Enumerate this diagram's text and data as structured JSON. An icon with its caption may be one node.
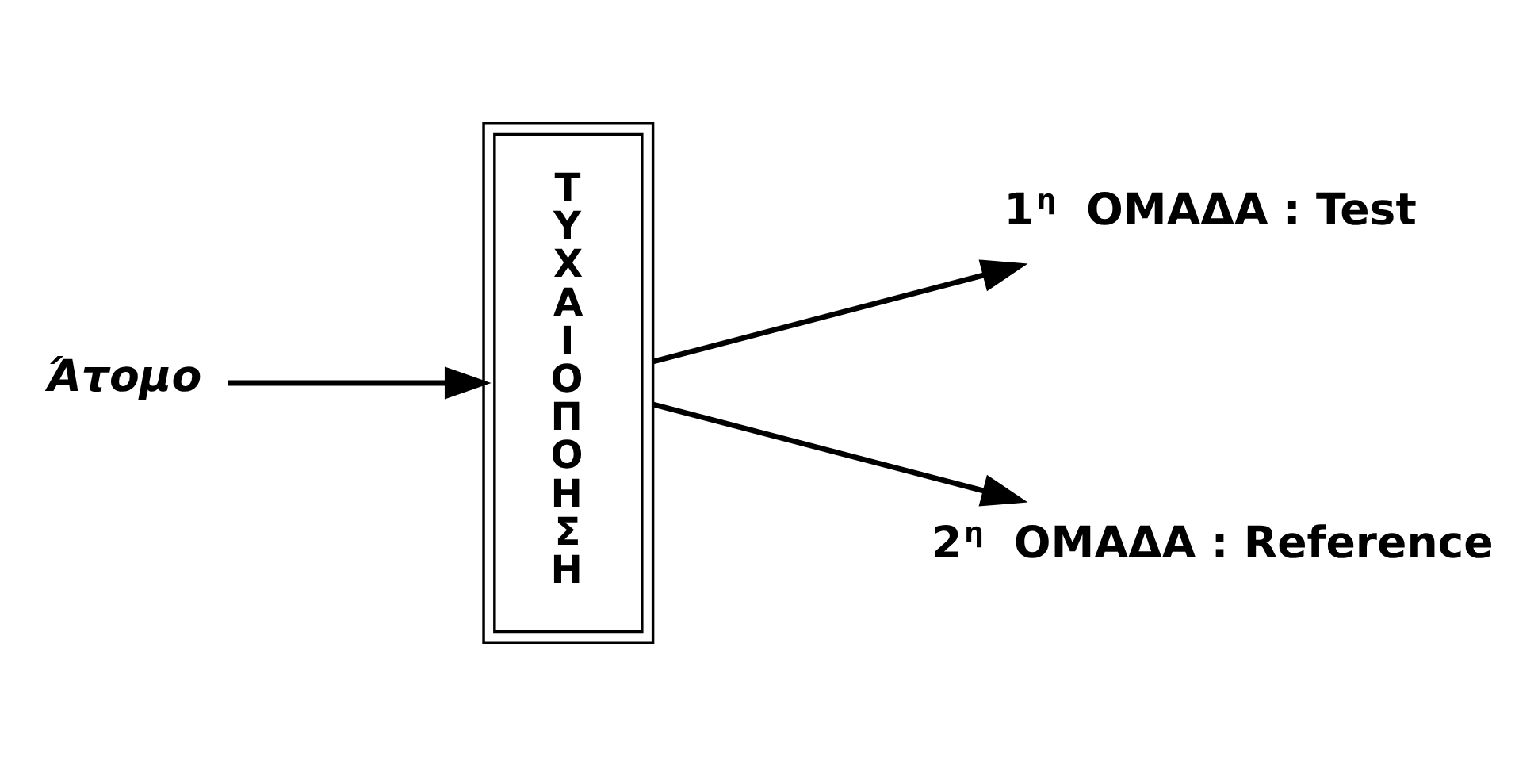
{
  "diagram": {
    "nodes": [
      {
        "text": [
          "Άτομο"
        ]
      },
      {
        "text": [
          "Τ Υ Χ Α Ι Ο Π Ο Η Σ Η"
        ]
      },
      {
        "text": [
          "1$^{η}$ ΟΜΑΔΑ : Test"
        ]
      },
      {
        "text": [
          "2$^{η}$ ΟΜΑΔΑ : Reference"
        ]
      }
    ],
    "edges": [
      {
        "from": 0,
        "to": 1,
        "arrow": "to"
      },
      {
        "from": 1,
        "to": 2,
        "arrow": "to"
      },
      {
        "from": 1,
        "to": 3,
        "arrow": "to"
      }
    ]
  }
}
